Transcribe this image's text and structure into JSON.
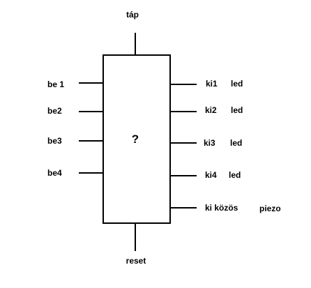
{
  "diagram": {
    "chip_label": "?",
    "top": {
      "label": "táp"
    },
    "bottom": {
      "label": "reset"
    },
    "inputs": [
      {
        "label": "be 1"
      },
      {
        "label": "be2"
      },
      {
        "label": "be3"
      },
      {
        "label": "be4"
      }
    ],
    "outputs": [
      {
        "label": "ki1",
        "device": "led"
      },
      {
        "label": "ki2",
        "device": "led"
      },
      {
        "label": "ki3",
        "device": "led"
      },
      {
        "label": "ki4",
        "device": "led"
      },
      {
        "label": "ki közös",
        "device": "piezo"
      }
    ]
  }
}
